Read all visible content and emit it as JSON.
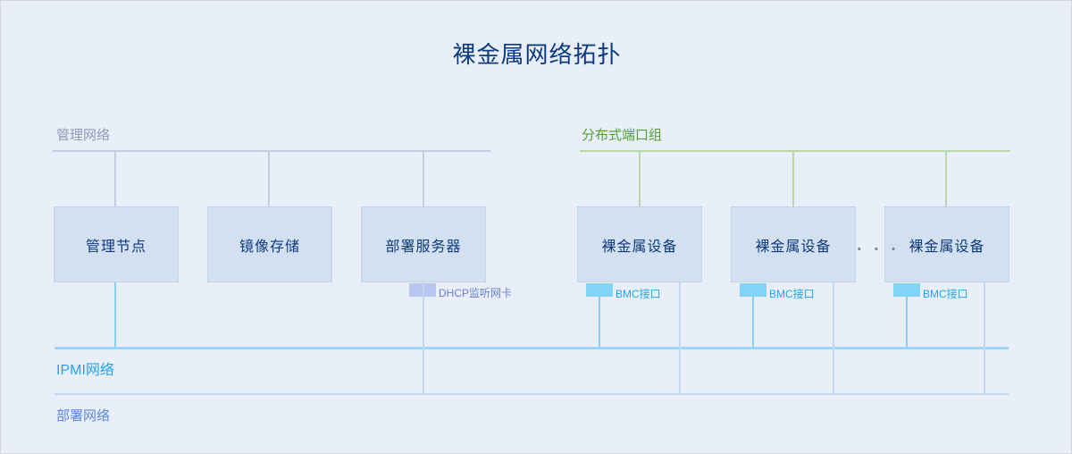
{
  "diagram": {
    "title": "裸金属网络拓扑",
    "colors": {
      "background": "#e9eff8",
      "title": "#0b3a80",
      "node_fill": "#d2e0f2",
      "node_border": "#c3d3ea",
      "node_text": "#0c3a7d",
      "mgmt_line": "#c3cde0",
      "dpg_line": "#bcd7a6",
      "ipmi_line": "#9ed5f5",
      "deploy_line": "#c3d6f2",
      "bmc_chip": "#7fd4f7",
      "dhcp_chip": "#b9c6ef"
    },
    "zones": [
      {
        "id": "management-network",
        "label": "管理网络",
        "color": "#8d9ab4"
      },
      {
        "id": "distributed-port-group",
        "label": "分布式端口组",
        "color": "#52a035"
      },
      {
        "id": "ipmi-network",
        "label": "IPMI网络",
        "color": "#23a3f0"
      },
      {
        "id": "deployment-network",
        "label": "部署网络",
        "color": "#5b86e0"
      }
    ],
    "nodes": [
      {
        "id": "management-node",
        "label": "管理节点",
        "group": "management"
      },
      {
        "id": "image-storage",
        "label": "镜像存储",
        "group": "management"
      },
      {
        "id": "deployment-server",
        "label": "部署服务器",
        "group": "management"
      },
      {
        "id": "bare-metal-1",
        "label": "裸金属设备",
        "group": "bare-metal"
      },
      {
        "id": "bare-metal-2",
        "label": "裸金属设备",
        "group": "bare-metal"
      },
      {
        "id": "bare-metal-3",
        "label": "裸金属设备",
        "group": "bare-metal"
      }
    ],
    "interfaces": [
      {
        "id": "dhcp-nic",
        "label": "DHCP监听网卡",
        "owner": "deployment-server",
        "color": "#6b7fd8"
      },
      {
        "id": "bmc-nic-1",
        "label": "BMC接口",
        "owner": "bare-metal-1",
        "color": "#23a3f0"
      },
      {
        "id": "bmc-nic-2",
        "label": "BMC接口",
        "owner": "bare-metal-2",
        "color": "#23a3f0"
      },
      {
        "id": "bmc-nic-3",
        "label": "BMC接口",
        "owner": "bare-metal-3",
        "color": "#23a3f0"
      }
    ],
    "ellipsis": ". . ."
  }
}
